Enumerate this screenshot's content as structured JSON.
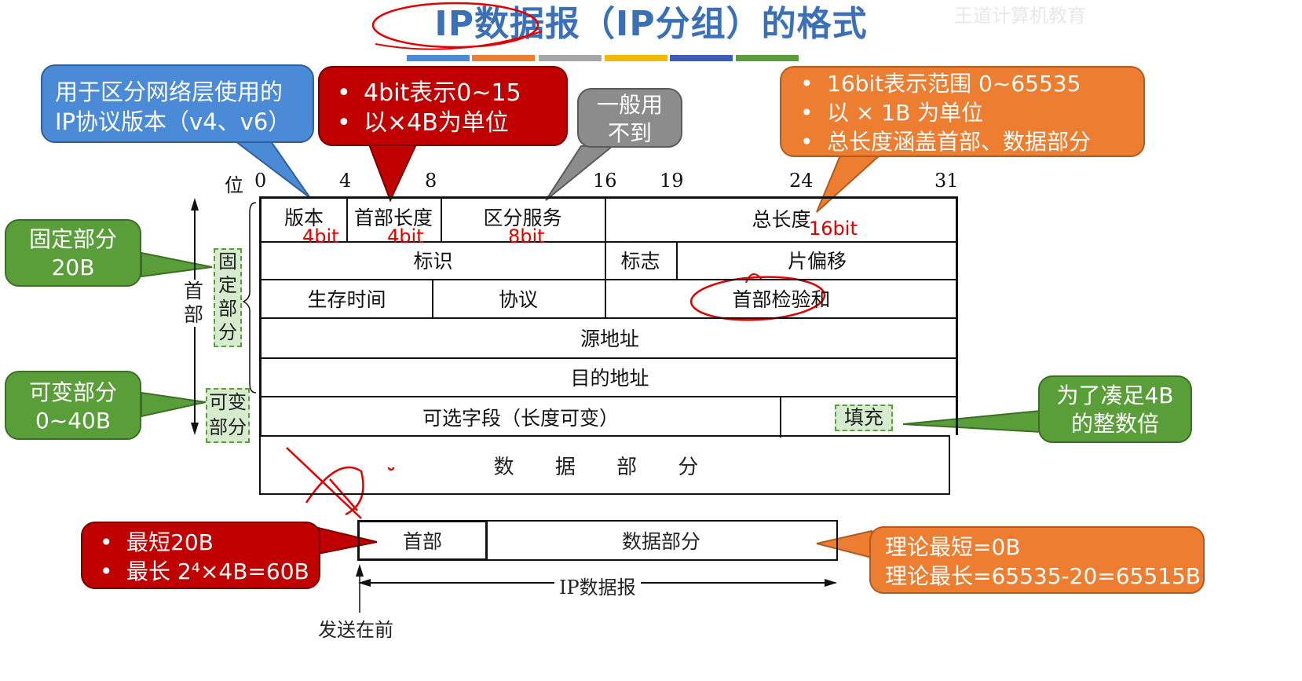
{
  "title": "IP数据报（IP分组）的格式",
  "watermark": "王道计算机教育",
  "colors": {
    "title": "#3b6fb6",
    "bars": [
      "#4a8ad6",
      "#ed7d31",
      "#a6a6a6",
      "#f5b800",
      "#3b5bbd",
      "#5a9e3a"
    ]
  },
  "callouts": {
    "version": "用于区分网络层使用的\nIP协议版本（v4、v6）",
    "header_length": [
      "4bit表示0~15",
      "以×4B为单位"
    ],
    "service": "一般用\n不到",
    "total_length": [
      "16bit表示范围 0~65535",
      "以 × 1B 为单位",
      "总长度涵盖首部、数据部分"
    ],
    "fixed": "固定部分\n20B",
    "variable": "可变部分\n0~40B",
    "padding": "为了凑足4B\n的整数倍",
    "header_size": [
      "最短20B",
      "最长 2⁴×4B=60B"
    ],
    "theory": "理论最短=0B\n理论最长=65535-20=65515B"
  },
  "bit_positions": {
    "label": "位",
    "ticks": [
      "0",
      "4",
      "8",
      "16",
      "19",
      "24",
      "31"
    ]
  },
  "table": {
    "row1": {
      "version": "版本",
      "ihl": "首部长度",
      "tos": "区分服务",
      "total": "总长度"
    },
    "row1_bits": {
      "version": "4bit",
      "ihl": "4bit",
      "tos": "8bit",
      "total": "16bit"
    },
    "row2": {
      "id": "标识",
      "flags": "标志",
      "offset": "片偏移"
    },
    "row3": {
      "ttl": "生存时间",
      "protocol": "协议",
      "checksum": "首部检验和"
    },
    "row4": "源地址",
    "row5": "目的地址",
    "row6": {
      "options": "可选字段（长度可变）",
      "padding": "填充"
    },
    "data": "数 据 部 分"
  },
  "side_labels": {
    "header": "首\n部",
    "fixed": "固\n定\n部\n分",
    "variable": "可变\n部分"
  },
  "datagram": {
    "header": "首部",
    "data": "数据部分",
    "label": "IP数据报",
    "sent_first": "发送在前"
  }
}
